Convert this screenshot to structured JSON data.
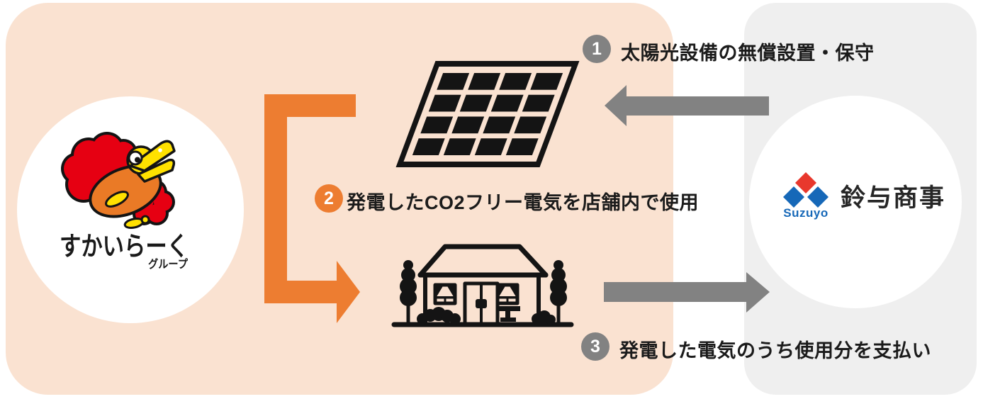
{
  "diagram": {
    "description_of_flow": "solar-power service scheme between two companies",
    "steps": [
      {
        "number": "1",
        "label": "太陽光設備の無償設置・保守",
        "badge_style": "gray",
        "arrow_direction": "left"
      },
      {
        "number": "2",
        "label": "発電したCO2フリー電気を店舗内で使用",
        "badge_style": "orange",
        "arrow_direction": "down-right-bracket"
      },
      {
        "number": "3",
        "label": "発電した電気のうち使用分を支払い",
        "badge_style": "gray",
        "arrow_direction": "right"
      }
    ]
  },
  "parties": {
    "skylark": {
      "logo_text": "すかいらーく",
      "logo_subtext": "グループ"
    },
    "suzuyo": {
      "logo_text": "Suzuyo",
      "company_name": "鈴与商事"
    }
  },
  "icons": {
    "left_panel_icon": "skylark-bird-icon",
    "middle_top_icon": "solar-panel-icon",
    "middle_bottom_icon": "store-building-icon",
    "right_panel_icon": "suzuyo-diamonds-icon"
  },
  "colors": {
    "skylark_panel_bg": "#fae2d1",
    "suzuyo_panel_bg": "#efefef",
    "arrow_gray": "#828282",
    "accent_orange": "#ed7d31",
    "step_text": "#1b1b1b",
    "icon_black": "#141414",
    "suzuyo_blue": "#1668b8",
    "suzuyo_red": "#e8382d",
    "skylark_red": "#e60012",
    "skylark_orange": "#ea7a26",
    "skylark_yellow": "#ffe100"
  }
}
